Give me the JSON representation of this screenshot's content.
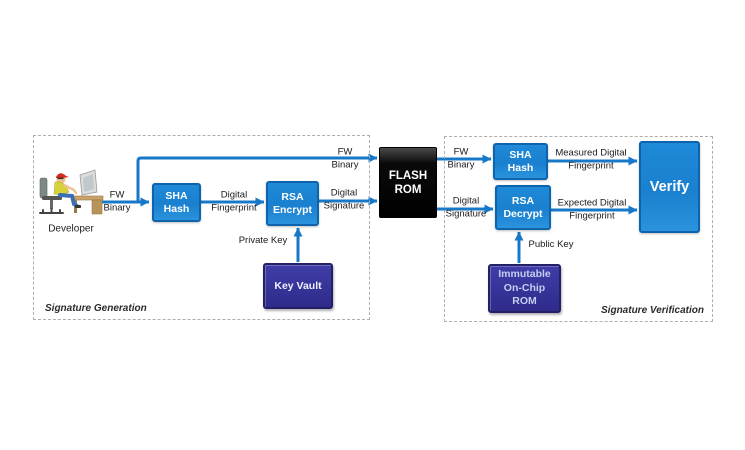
{
  "diagram": {
    "sections": {
      "generation": {
        "label": "Signature Generation"
      },
      "verification": {
        "label": "Signature Verification"
      }
    },
    "nodes": {
      "developer": "Developer",
      "sha_hash_gen": "SHA\nHash",
      "rsa_encrypt": "RSA\nEncrypt",
      "key_vault": "Key Vault",
      "flash_rom": "FLASH\nROM",
      "sha_hash_ver": "SHA\nHash",
      "rsa_decrypt": "RSA\nDecrypt",
      "immutable_rom": "Immutable\nOn-Chip\nROM",
      "verify": "Verify"
    },
    "edge_labels": {
      "fw_binary_dev": "FW\nBinary",
      "digital_fingerprint": "Digital\nFingerprint",
      "digital_signature_gen": "Digital\nSignature",
      "fw_binary_top": "FW\nBinary",
      "private_key": "Private Key",
      "fw_binary_ver": "FW\nBinary",
      "digital_signature_ver": "Digital\nSignature",
      "measured_fingerprint": "Measured Digital\nFingerprint",
      "expected_fingerprint": "Expected Digital\nFingerprint",
      "public_key": "Public Key"
    },
    "colors": {
      "process_blue": "#1987d5",
      "process_border": "#0d64ac",
      "storage_indigo": "#34319a",
      "flash_black": "#050505",
      "arrow_blue": "#1878c8"
    }
  }
}
